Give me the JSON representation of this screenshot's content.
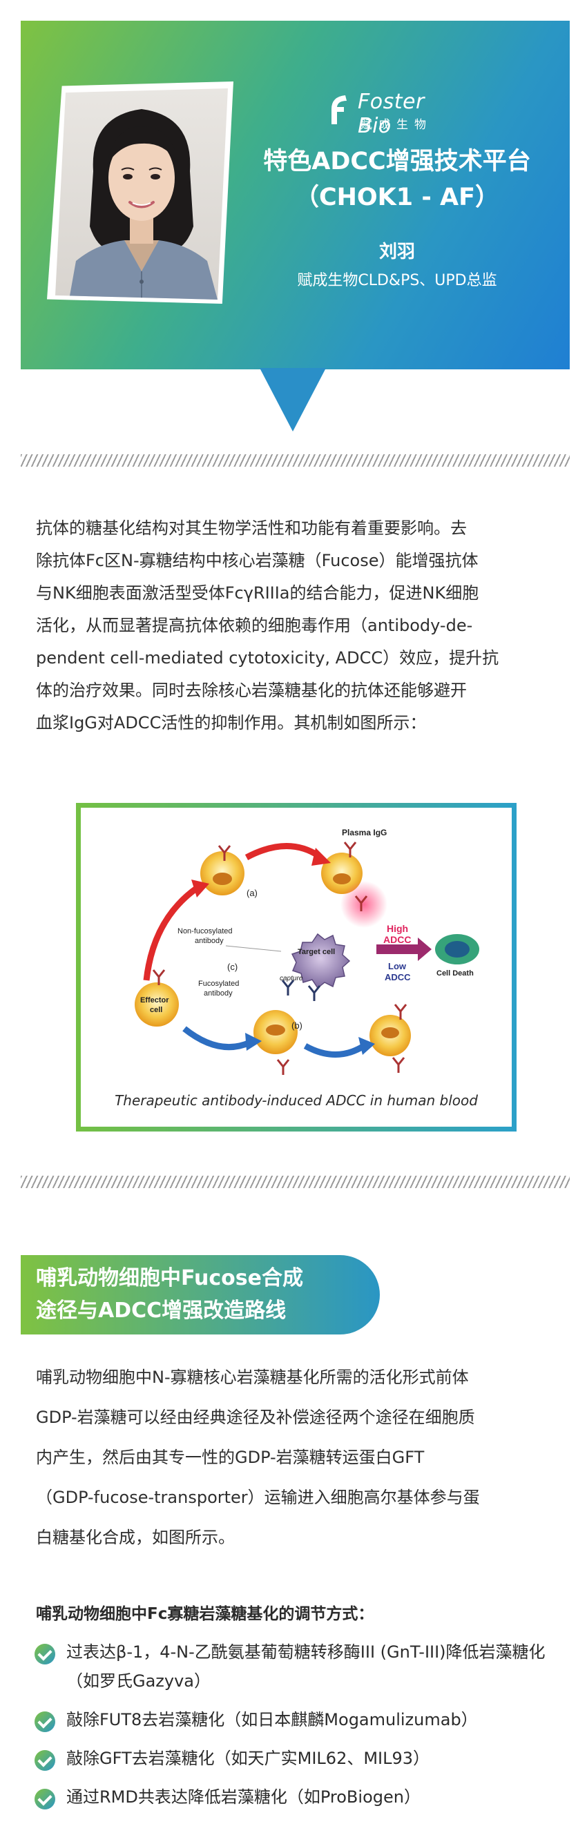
{
  "header": {
    "logo_en": "Foster Bio",
    "logo_cn": "赋成生物",
    "title_line1": "特色ADCC增强技术平台",
    "title_line2": "（CHOK1 - AF）",
    "speaker_name": "刘羽",
    "speaker_title": "赋成生物CLD&PS、UPD总监"
  },
  "intro": {
    "lines": [
      "抗体的糖基化结构对其生物学活性和功能有着重要影响。去",
      "除抗体Fc区N-寡糖结构中核心岩藻糖（Fucose）能增强抗体",
      "与NK细胞表面激活型受体FcγRIIIa的结合能力，促进NK细胞",
      "活化，从而显著提高抗体依赖的细胞毒作用（antibody-de-",
      "pendent cell-mediated cytotoxicity, ADCC）效应，提升抗",
      "体的治疗效果。同时去除核心岩藻糖基化的抗体还能够避开",
      "血浆IgG对ADCC活性的抑制作用。其机制如图所示："
    ]
  },
  "figure": {
    "caption": "Therapeutic antibody-induced ADCC in human blood",
    "labels": {
      "plasma_igg": "Plasma IgG",
      "a": "(a)",
      "b": "(b)",
      "c": "(c)",
      "non_fucosylated_1": "Non-fucosylated",
      "non_fucosylated_2": "antibody",
      "fucosylated_1": "Fucosylated",
      "fucosylated_2": "antibody",
      "target_cell": "Target cell",
      "effector_1": "Effector",
      "effector_2": "cell",
      "high": "High",
      "high_adcc": "ADCC",
      "low": "Low",
      "low_adcc": "ADCC",
      "cell_death": "Cell Death",
      "capture": "capture"
    }
  },
  "section": {
    "title_line1": "哺乳动物细胞中Fucose合成",
    "title_line2": "途径与ADCC增强改造路线"
  },
  "body2": {
    "lines": [
      "哺乳动物细胞中N-寡糖核心岩藻糖基化所需的活化形式前体",
      "GDP-岩藻糖可以经由经典途径及补偿途径两个途径在细胞质",
      "内产生，然后由其专一性的GDP-岩藻糖转运蛋白GFT",
      "（GDP-fucose-transporter）运输进入细胞高尔基体参与蛋",
      "白糖基化合成，如图所示。"
    ]
  },
  "regulation": {
    "heading": "哺乳动物细胞中Fc寡糖岩藻糖基化的调节方式：",
    "items": [
      "过表达β-1，4-N-乙酰氨基葡萄糖转移酶III (GnT-III)降低岩藻糖化（如罗氏Gazyva）",
      "敲除FUT8去岩藻糖化（如日本麒麟Mogamulizumab）",
      "敲除GFT去岩藻糖化（如天广实MIL62、MIL93）",
      "通过RMD共表达降低岩藻糖化（如ProBiogen）"
    ]
  },
  "colors": {
    "green": "#7fc242",
    "blue": "#1f7fd3",
    "high_adcc": "#e0245e",
    "low_adcc": "#2b3990"
  }
}
